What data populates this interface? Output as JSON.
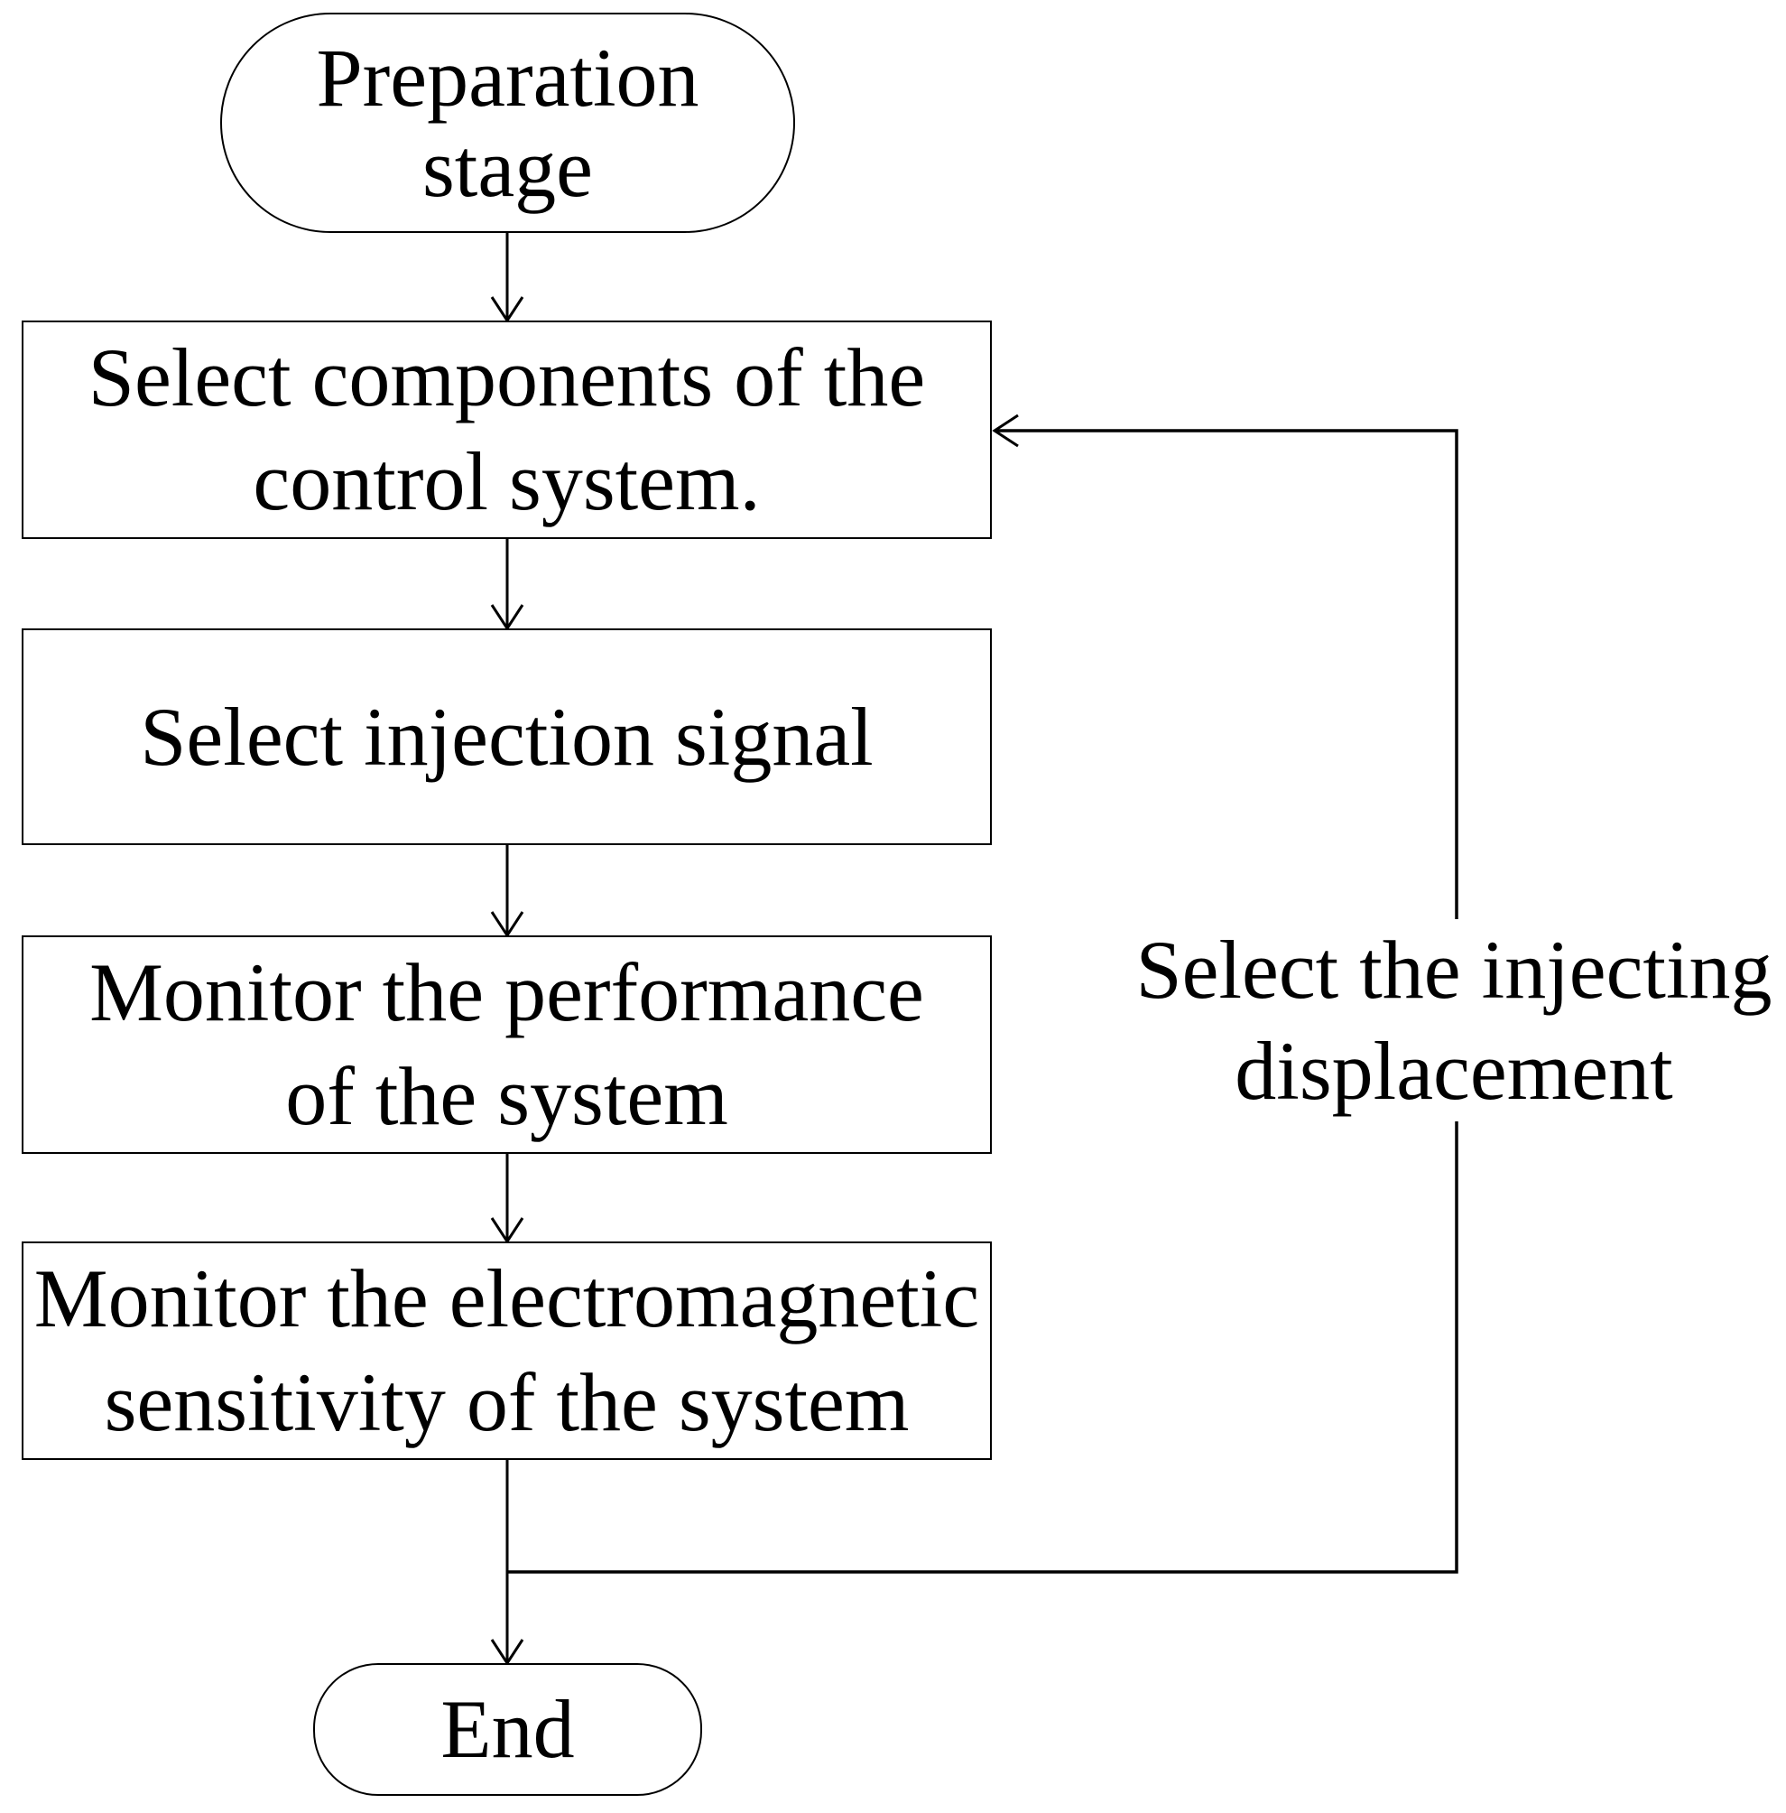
{
  "diagram": {
    "type": "flowchart",
    "colors": {
      "background": "#ffffff",
      "line": "#000000",
      "text": "#000000"
    },
    "nodes": {
      "start": {
        "shape": "stadium",
        "lines": [
          "Preparation",
          "stage"
        ]
      },
      "select_components": {
        "shape": "process",
        "lines": [
          "Select components of the",
          "control system."
        ]
      },
      "select_injection": {
        "shape": "process",
        "lines": [
          "Select injection signal"
        ]
      },
      "monitor_performance": {
        "shape": "process",
        "lines": [
          "Monitor the performance",
          "of the system"
        ]
      },
      "monitor_emc": {
        "shape": "process",
        "lines": [
          "Monitor the electromagnetic",
          "sensitivity of the system"
        ]
      },
      "end": {
        "shape": "stadium",
        "lines": [
          "End"
        ]
      }
    },
    "edge_label": {
      "lines": [
        "Select the injecting",
        "displacement"
      ]
    },
    "edges": [
      {
        "from": "start",
        "to": "select_components"
      },
      {
        "from": "select_components",
        "to": "select_injection"
      },
      {
        "from": "select_injection",
        "to": "monitor_performance"
      },
      {
        "from": "monitor_performance",
        "to": "monitor_emc"
      },
      {
        "from": "monitor_emc",
        "to": "end"
      },
      {
        "from": "monitor_emc",
        "to": "select_components",
        "type": "feedback",
        "label": "Select the injecting displacement"
      }
    ]
  }
}
